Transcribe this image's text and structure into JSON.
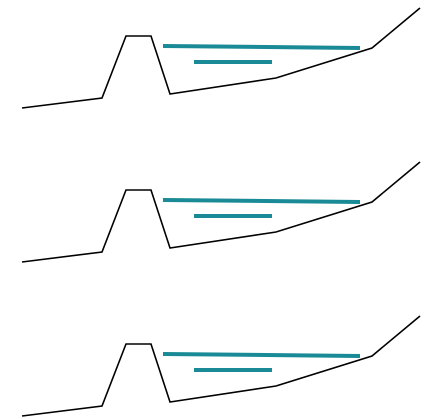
{
  "colors": {
    "background": "#ffffff",
    "terrain": "#000000",
    "water": "#1a8a96"
  },
  "panels": [
    {
      "id": "panel-1"
    },
    {
      "id": "panel-2"
    },
    {
      "id": "panel-3"
    }
  ]
}
